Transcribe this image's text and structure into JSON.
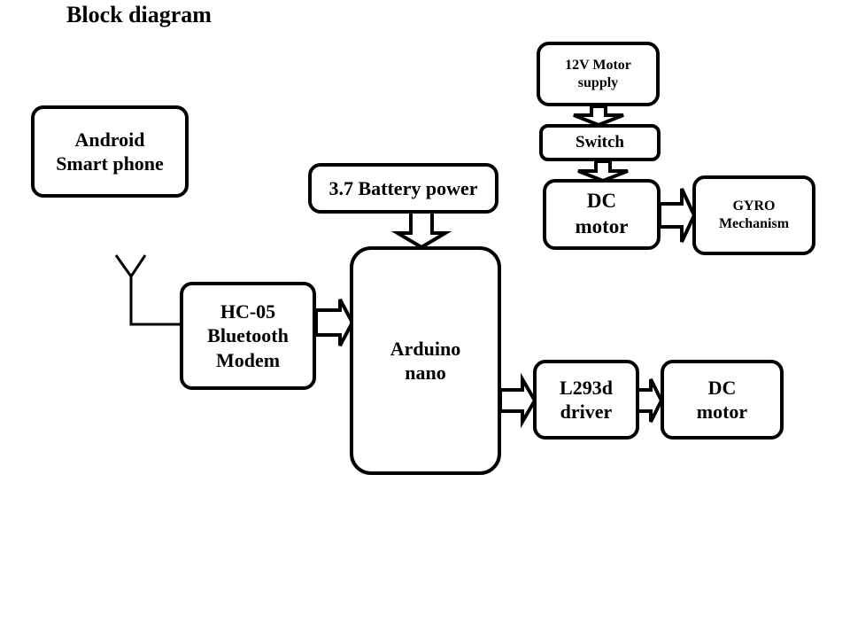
{
  "title": "Block diagram",
  "blocks": {
    "android": "Android\nSmart phone",
    "battery": "3.7 Battery power",
    "hc05": "HC-05\nBluetooth\nModem",
    "arduino": "Arduino\nnano",
    "motor_supply": "12V Motor\nsupply",
    "switch": "Switch",
    "dc_motor_top": "DC\nmotor",
    "gyro": "GYRO\nMechanism",
    "l293d": "L293d\ndriver",
    "dc_motor_bottom": "DC\nmotor"
  },
  "connections": [
    {
      "from": "battery",
      "to": "arduino"
    },
    {
      "from": "hc05",
      "to": "arduino"
    },
    {
      "from": "arduino",
      "to": "l293d"
    },
    {
      "from": "l293d",
      "to": "dc_motor_bottom"
    },
    {
      "from": "motor_supply",
      "to": "switch"
    },
    {
      "from": "switch",
      "to": "dc_motor_top"
    },
    {
      "from": "dc_motor_top",
      "to": "gyro"
    },
    {
      "from": "antenna",
      "to": "hc05"
    }
  ]
}
